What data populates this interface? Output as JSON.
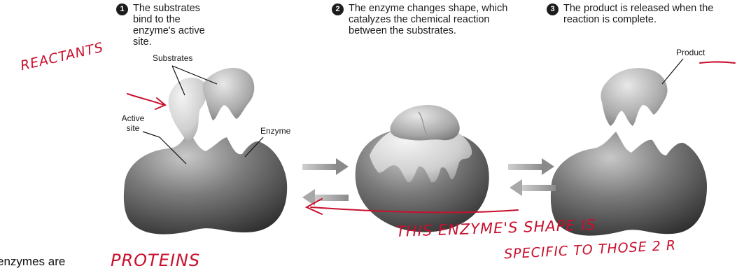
{
  "steps": [
    {
      "number": "1",
      "text": "The substrates bind to the enzyme's active site."
    },
    {
      "number": "2",
      "text": "The enzyme changes shape, which catalyzes the chemical reaction between the substrates."
    },
    {
      "number": "3",
      "text": "The product is released when the reaction is complete."
    }
  ],
  "labels": {
    "substrates": "Substrates",
    "active_site": "Active site",
    "enzyme": "Enzyme",
    "product": "Product"
  },
  "handwriting": {
    "reactants": "REACTANTS",
    "shape_note_line1": "THIS ENZYME'S SHAPE IS",
    "shape_note_line2": "SPECIFIC TO THOSE 2 R",
    "proteins": "PROTEINS"
  },
  "bottom_text": "enzymes are",
  "colors": {
    "handwriting": "#c8102e",
    "enzyme_dark": "#3c3c3c",
    "enzyme_light": "#b9b9b9",
    "substrate_light": "#e6e6e6",
    "arrow": "#9a9a9a"
  }
}
